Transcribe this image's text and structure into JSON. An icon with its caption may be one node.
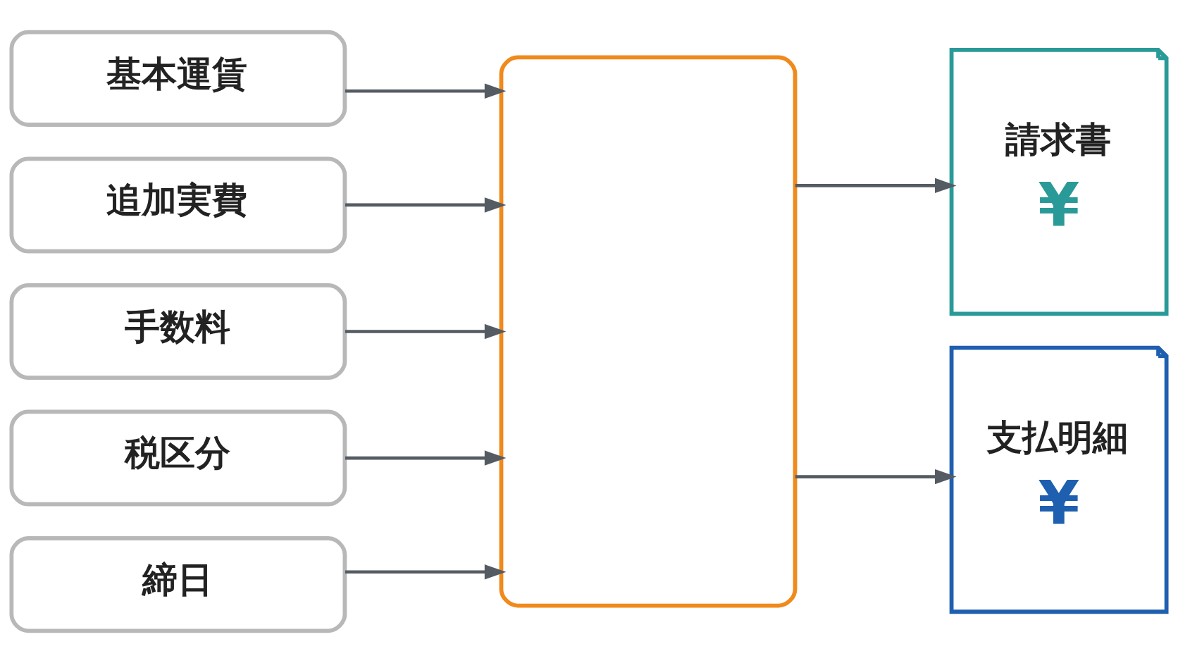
{
  "diagram": {
    "nodes": [
      {
        "text": [
          "基本運賃"
        ]
      },
      {
        "text": [
          "追加実費"
        ]
      },
      {
        "text": [
          "手数料"
        ]
      },
      {
        "text": [
          "税区分"
        ]
      },
      {
        "text": [
          "締日"
        ]
      },
      {
        "text": [],
        "shape": "box"
      },
      {
        "text": [
          "請求書",
          "¥"
        ]
      },
      {
        "text": [
          "支払明細",
          "¥"
        ]
      }
    ],
    "edges": [
      {
        "from": 0,
        "to": 5,
        "arrow": "to"
      },
      {
        "from": 1,
        "to": 5,
        "arrow": "to"
      },
      {
        "from": 2,
        "to": 5,
        "arrow": "to"
      },
      {
        "from": 3,
        "to": 5,
        "arrow": "to"
      },
      {
        "from": 4,
        "to": 5,
        "arrow": "to"
      },
      {
        "from": 5,
        "to": 6,
        "arrow": "to"
      },
      {
        "from": 5,
        "to": 7,
        "arrow": "to"
      }
    ]
  }
}
